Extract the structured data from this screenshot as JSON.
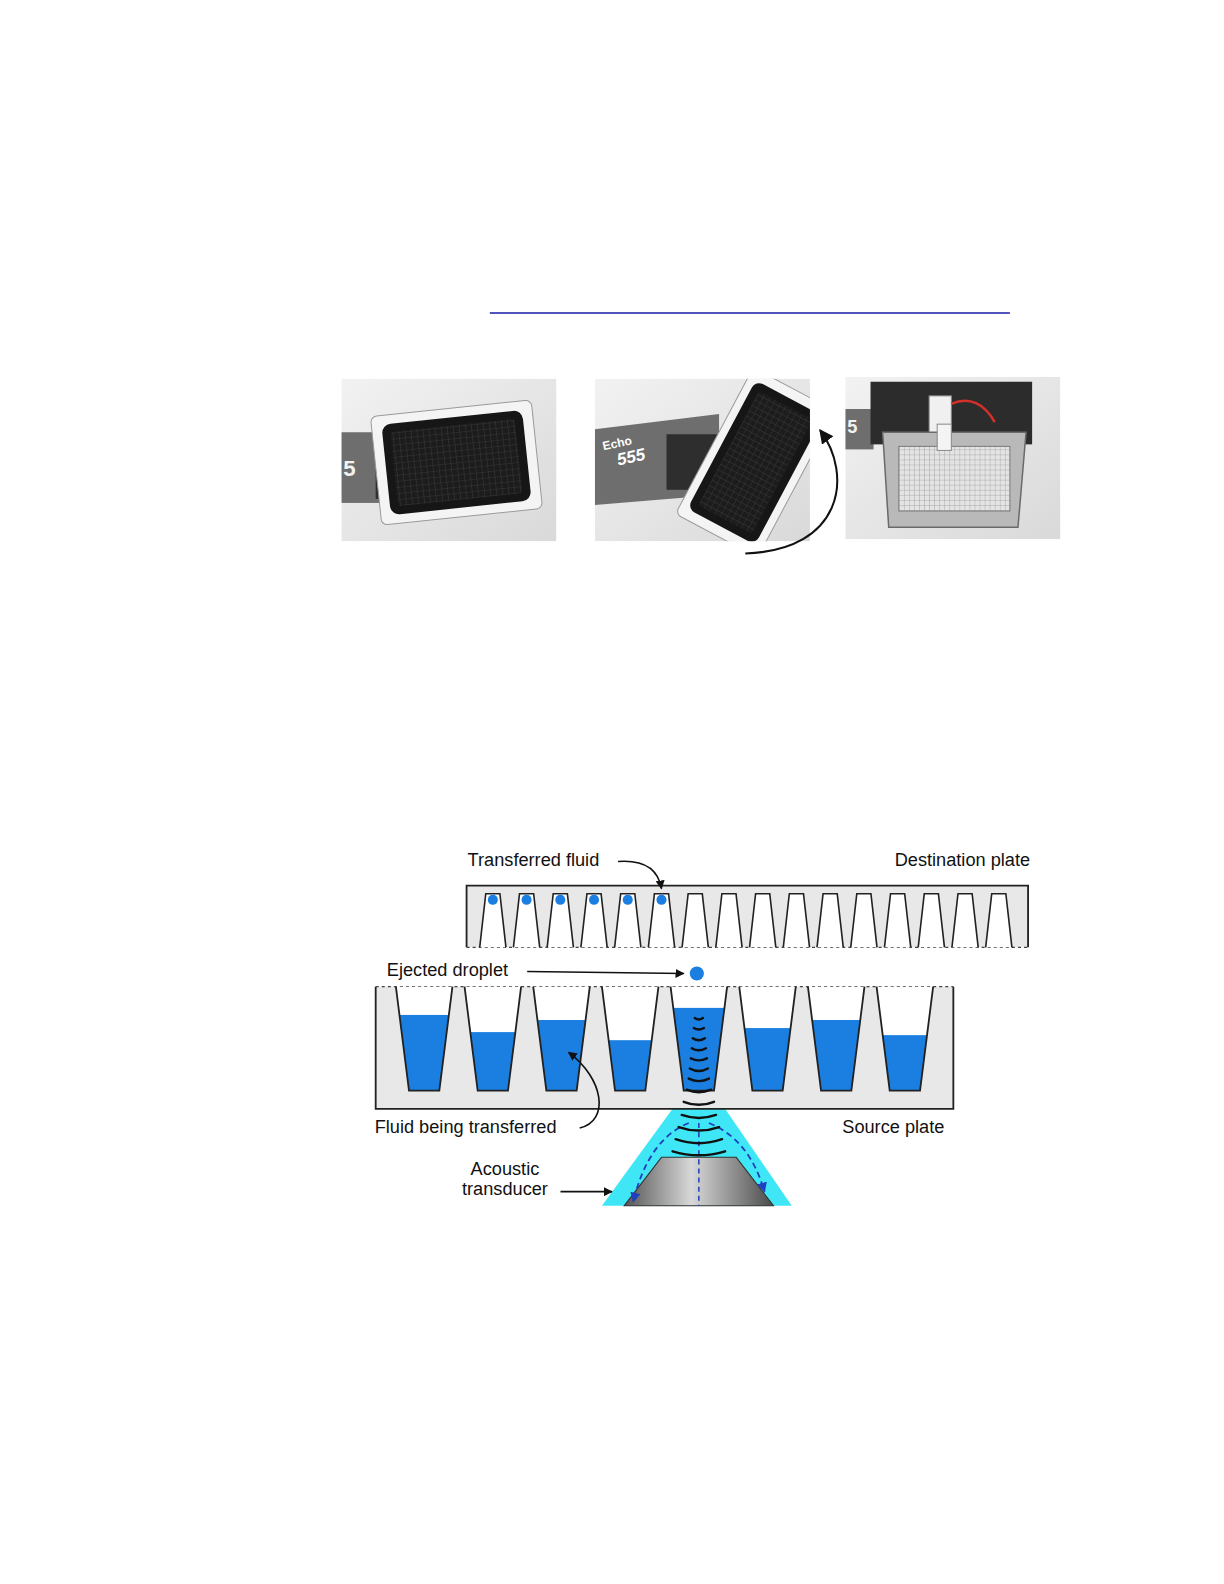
{
  "diagram": {
    "labels": [
      "5",
      "Echo",
      "555",
      "5",
      "Transferred fluid",
      "Destination plate",
      "Ejected droplet",
      "Fluid being transferred",
      "Source plate",
      "Acoustic transducer"
    ]
  }
}
